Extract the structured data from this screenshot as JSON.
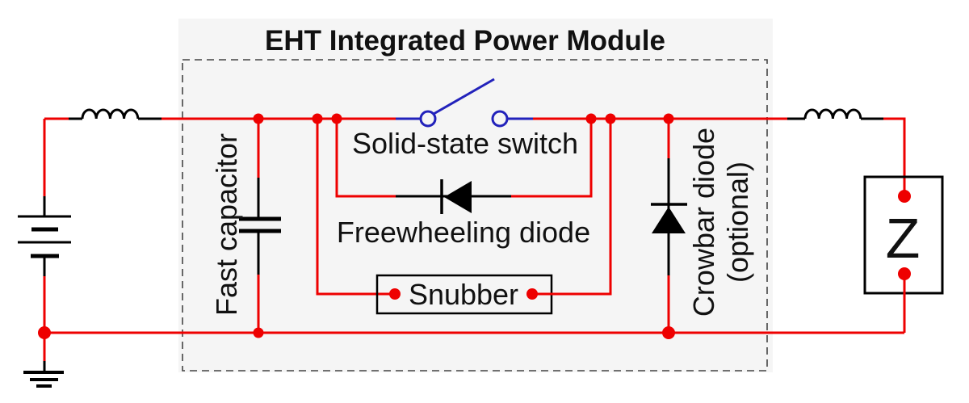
{
  "title": "EHT Integrated Power Module",
  "labels": {
    "switch": "Solid-state switch",
    "freewheeling_diode": "Freewheeling diode",
    "snubber": "Snubber",
    "fast_capacitor": "Fast capacitor",
    "crowbar_line1": "Crowbar diode",
    "crowbar_line2": "(optional)",
    "load": "Z"
  },
  "colors": {
    "wire": "#ee0000",
    "switch_blue": "#2222bb",
    "component": "#000000",
    "module_fill": "#f5f5f5",
    "module_border": "#444444",
    "ink": "#111111"
  }
}
